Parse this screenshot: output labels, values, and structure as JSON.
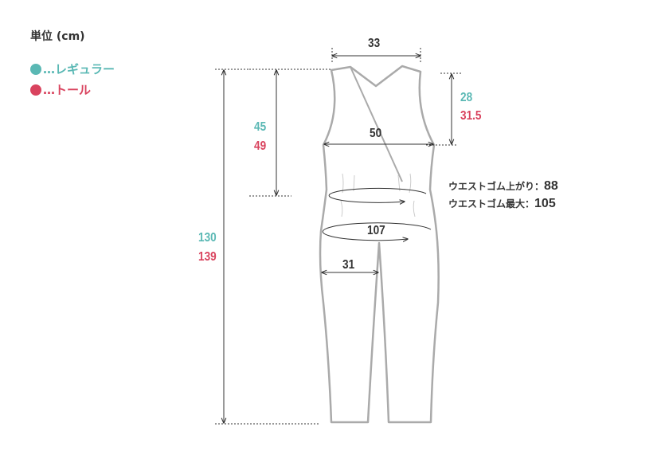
{
  "unit_label": "単位 (cm)",
  "legend": [
    {
      "label": "…レギュラー",
      "color": "#5ab8b4"
    },
    {
      "label": "…トール",
      "color": "#d9435e"
    }
  ],
  "measurements": {
    "shoulder_width": "33",
    "armhole": {
      "regular": "28",
      "tall": "31.5"
    },
    "chest_width": "50",
    "bodice_length": {
      "regular": "45",
      "tall": "49"
    },
    "total_length": {
      "regular": "130",
      "tall": "139"
    },
    "hip_width": "107",
    "thigh_width": "31"
  },
  "waist_notes": [
    {
      "label": "ウエストゴム上がり：",
      "value": "88"
    },
    {
      "label": "ウエストゴム最大：",
      "value": "105"
    }
  ]
}
